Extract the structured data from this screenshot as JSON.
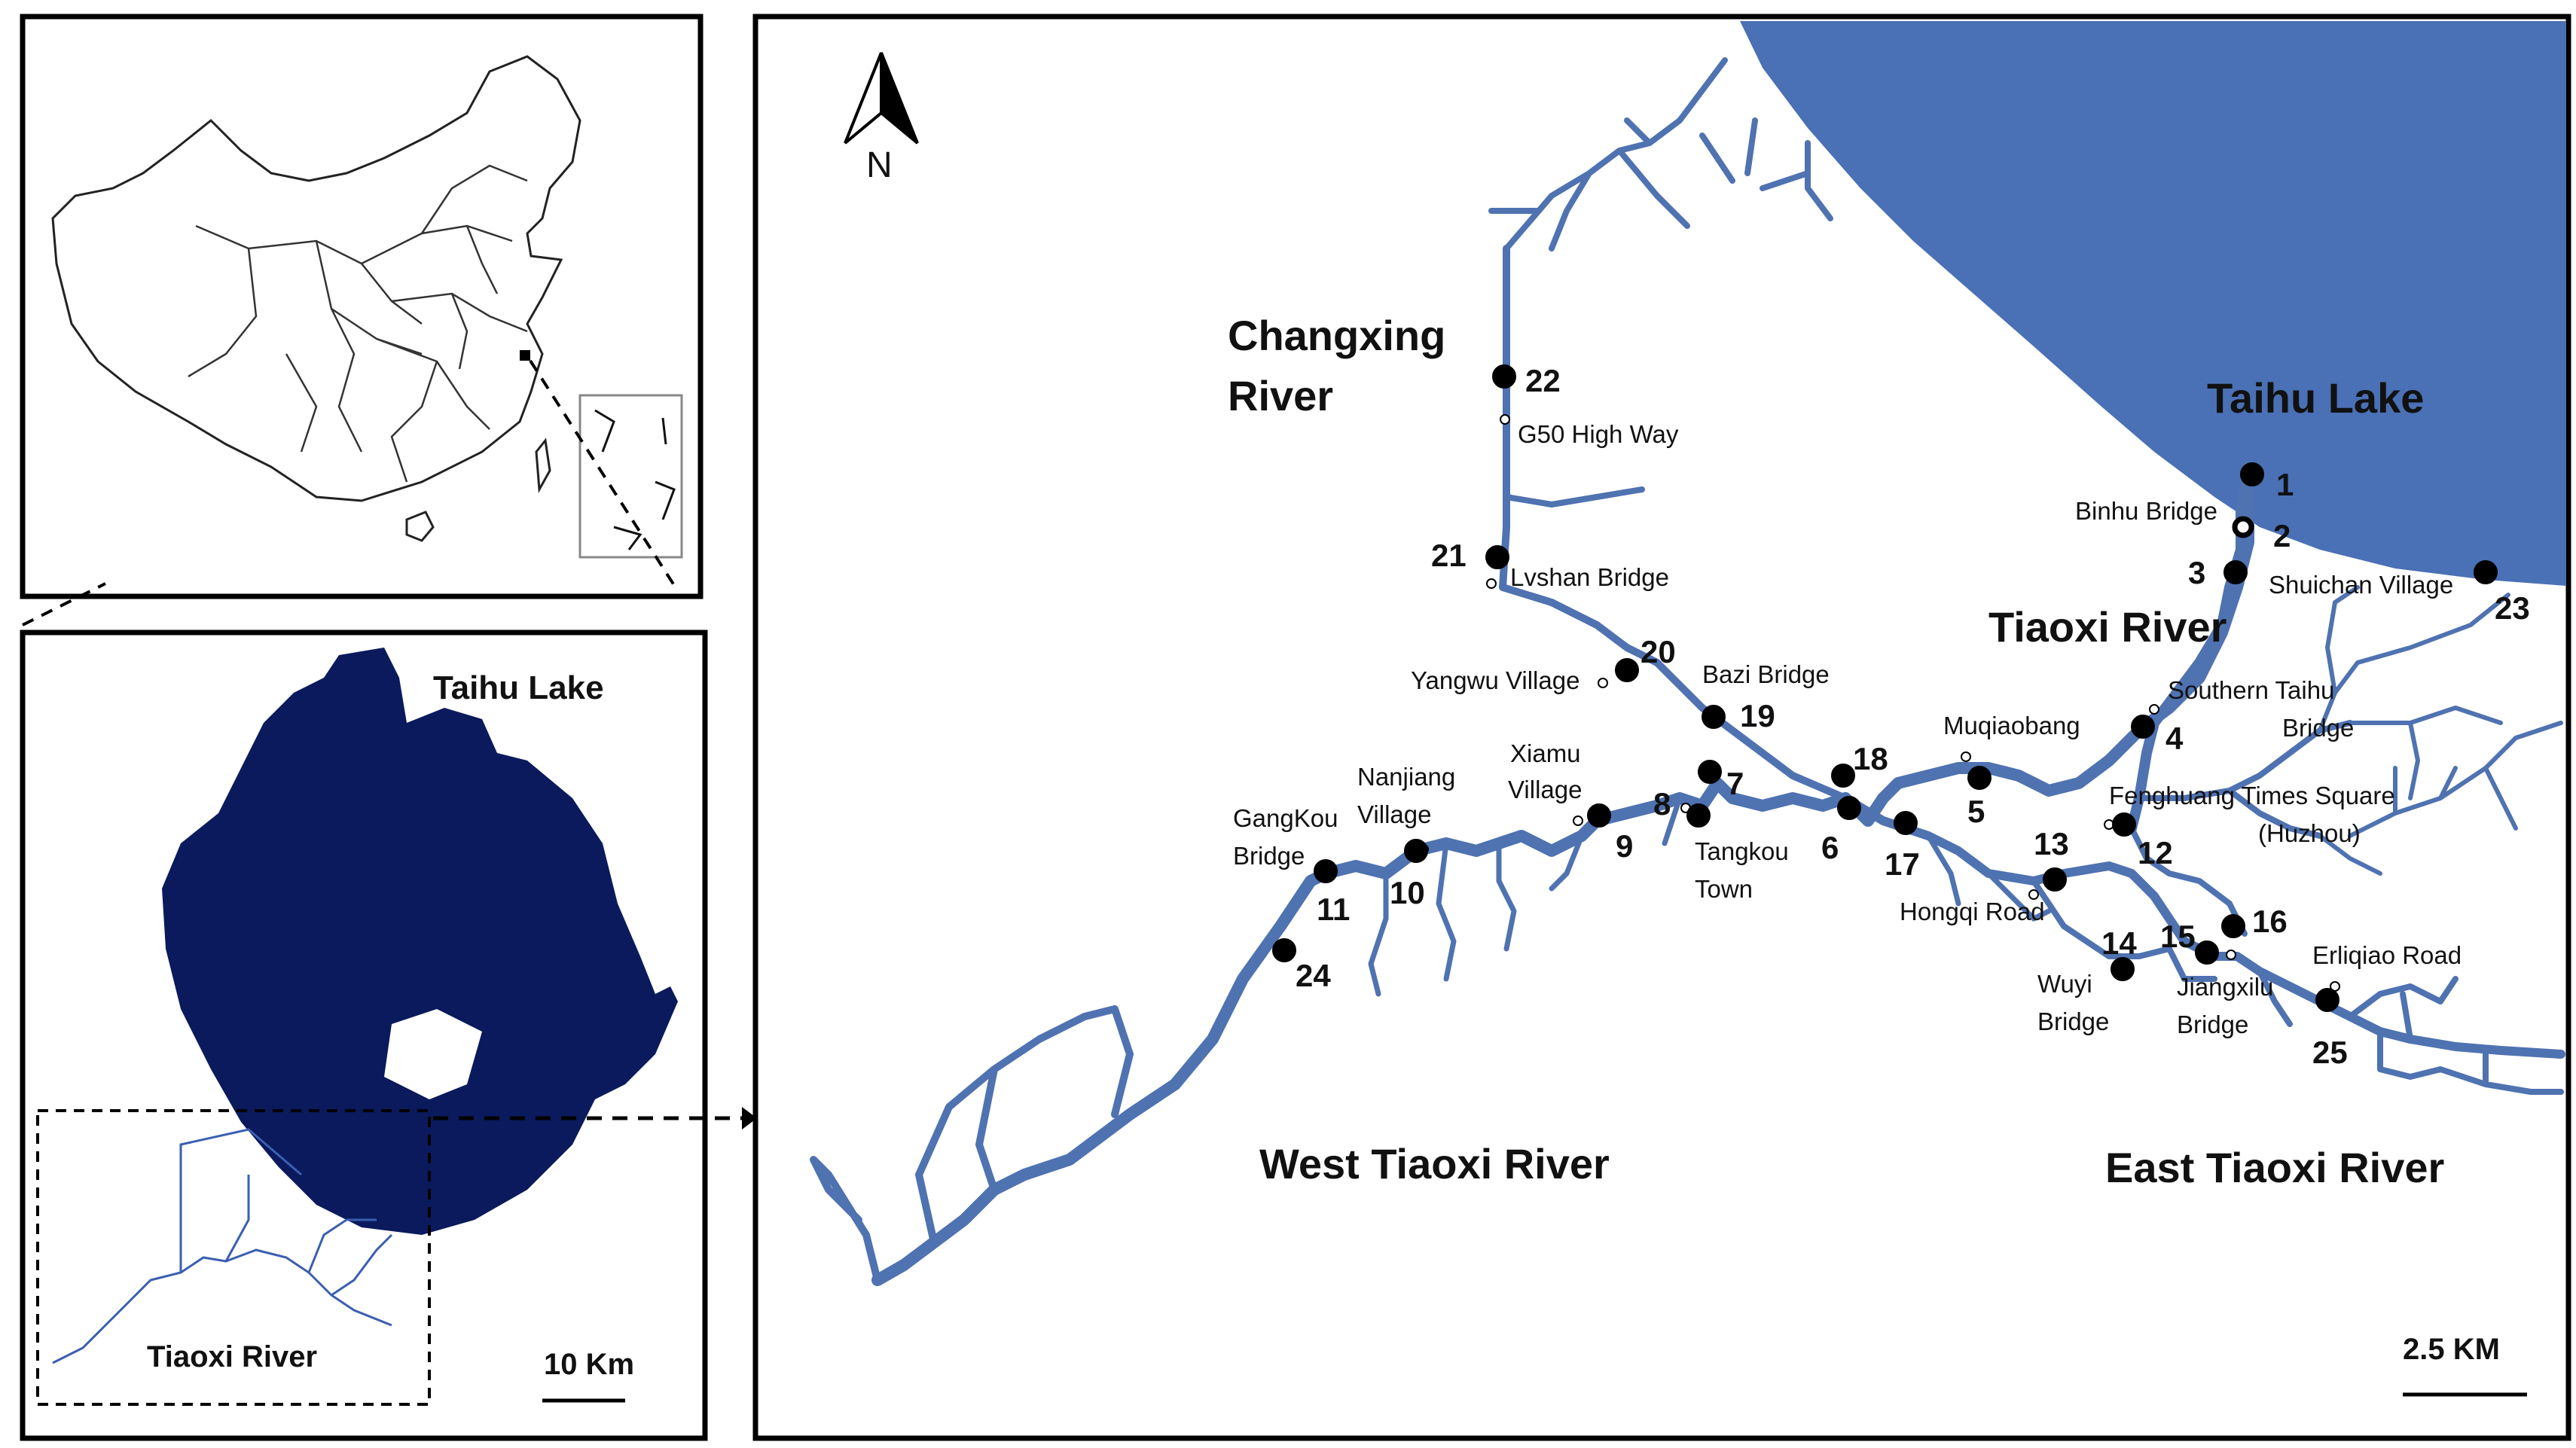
{
  "overview_map": {
    "china_label": "",
    "inset_label": ""
  },
  "lake_panel": {
    "lake_name": "Taihu Lake",
    "river_name": "Tiaoxi River",
    "scale_label": "10 Km"
  },
  "detail_map": {
    "north_label": "N",
    "lake_name": "Taihu Lake",
    "scale_label": "2.5 KM",
    "rivers": {
      "changxing": [
        "Changxing",
        "River"
      ],
      "tiaoxi": "Tiaoxi River",
      "west": "West Tiaoxi River",
      "east": "East Tiaoxi River"
    },
    "places": {
      "g50": "G50 High Way",
      "lvshan": "Lvshan Bridge",
      "yangwu": "Yangwu Village",
      "bazi": "Bazi Bridge",
      "binhu": "Binhu Bridge",
      "shuichan": "Shuichan Village",
      "southern_taihu": [
        "Southern Taihu",
        "Bridge"
      ],
      "muqiaobang": "Muqiaobang",
      "fenghuang": [
        "Fenghuang Times Square",
        "(Huzhou)"
      ],
      "xiamu": [
        "Xiamu",
        "Village"
      ],
      "nanjiang": [
        "Nanjiang",
        "Village"
      ],
      "gangkou": [
        "GangKou",
        "Bridge"
      ],
      "tangkou": [
        "Tangkou",
        "Town"
      ],
      "hongqi": "Hongqi Road",
      "wuyi": [
        "Wuyi",
        "Bridge"
      ],
      "jiangxilu": [
        "Jiangxilu",
        "Bridge"
      ],
      "erliqiao": "Erliqiao Road"
    },
    "sites": [
      "1",
      "2",
      "3",
      "4",
      "5",
      "6",
      "7",
      "8",
      "9",
      "10",
      "11",
      "12",
      "13",
      "14",
      "15",
      "16",
      "17",
      "18",
      "19",
      "20",
      "21",
      "22",
      "23",
      "24",
      "25"
    ]
  },
  "colors": {
    "river": "#4f72b1",
    "lake_detail": "#4a70b5",
    "lake_overview": "#0a1a5c",
    "frame": "#000000"
  }
}
